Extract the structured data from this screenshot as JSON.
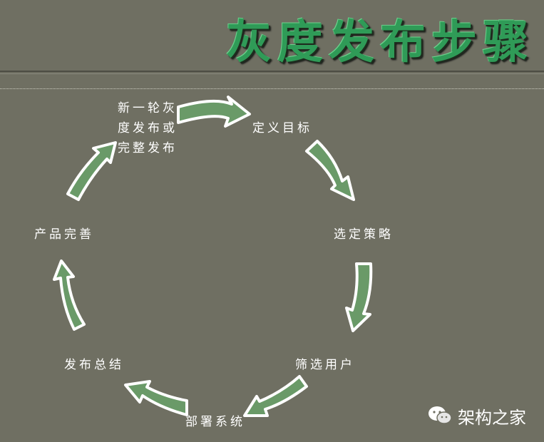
{
  "title": "灰度发布步骤",
  "steps": [
    "定义目标",
    "选定策略",
    "筛选用户",
    "部署系统",
    "发布总结",
    "产品完善",
    "新一轮灰度发布或完整发布"
  ],
  "watermark": "架构之家",
  "colors": {
    "background": "#6f6f62",
    "title_green": "#2f9b57",
    "arrow_fill": "#6a9a68",
    "arrow_outline": "#ffffff"
  },
  "icons": [
    "wechat-icon"
  ]
}
